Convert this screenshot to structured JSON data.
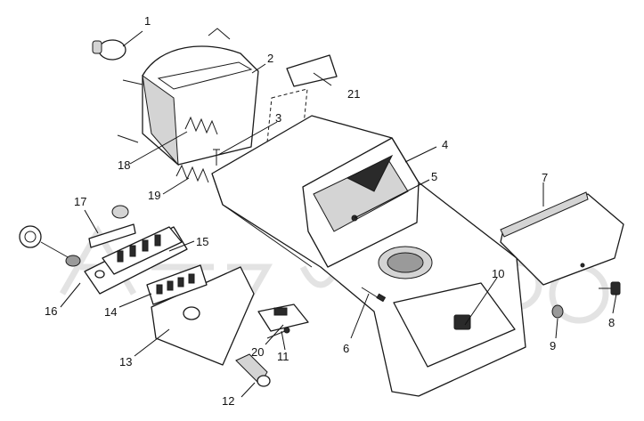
{
  "callouts": {
    "c1": "1",
    "c2": "2",
    "c3": "3",
    "c4": "4",
    "c5": "5",
    "c6": "6",
    "c7": "7",
    "c8": "8",
    "c9": "9",
    "c10": "10",
    "c11": "11",
    "c12": "12",
    "c13": "13",
    "c14": "14",
    "c15": "15",
    "c16": "16",
    "c17": "17",
    "c18": "18",
    "c19": "19",
    "c20": "20",
    "c21": "21"
  },
  "watermark_icon": "brand-logo-watermark"
}
